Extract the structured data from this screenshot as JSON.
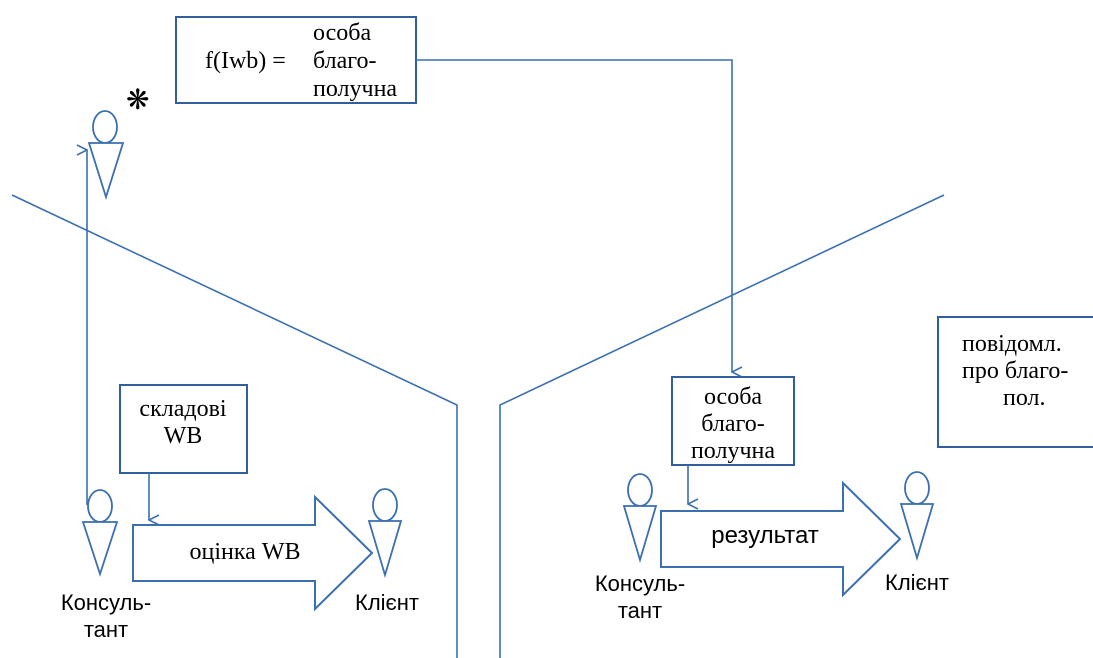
{
  "formula_box": {
    "lhs": "f(Iwb) =",
    "rhs_lines": [
      "особа",
      "благо-",
      "получна"
    ]
  },
  "star_marker": "❋",
  "left_panel": {
    "components_box_lines": [
      "складові",
      "WB"
    ],
    "arrow_label": "оцінка WB",
    "consultant_label_lines": [
      "Консуль-",
      "тант"
    ],
    "client_label": "Клієнт"
  },
  "right_panel": {
    "result_box_lines": [
      "особа",
      "благо-",
      "получна"
    ],
    "arrow_label": "результат",
    "consultant_label_lines": [
      "Консуль-",
      "тант"
    ],
    "client_label": "Клієнт",
    "message_box_lines": [
      "повідомл.",
      "про благо-",
      "пол."
    ]
  },
  "icons": {
    "person": "person-icon",
    "star": "star-icon",
    "arrow": "block-arrow-icon"
  },
  "colors": {
    "lines": "#3a6fb0",
    "box_border": "#2f5f9e"
  }
}
